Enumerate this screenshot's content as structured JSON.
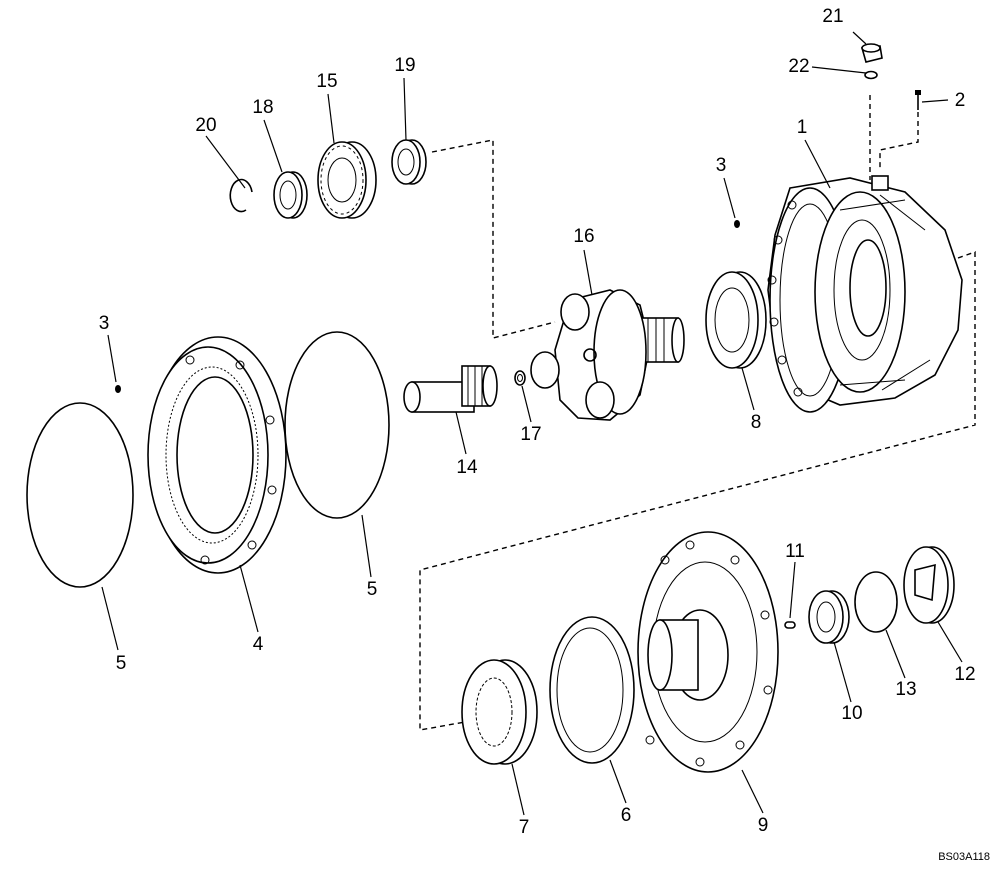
{
  "drawing_ref": "BS03A118",
  "callouts": [
    {
      "id": "c1",
      "text": "1"
    },
    {
      "id": "c2",
      "text": "2"
    },
    {
      "id": "c3a",
      "text": "3"
    },
    {
      "id": "c3b",
      "text": "3"
    },
    {
      "id": "c4",
      "text": "4"
    },
    {
      "id": "c5a",
      "text": "5"
    },
    {
      "id": "c5b",
      "text": "5"
    },
    {
      "id": "c6",
      "text": "6"
    },
    {
      "id": "c7",
      "text": "7"
    },
    {
      "id": "c8",
      "text": "8"
    },
    {
      "id": "c9",
      "text": "9"
    },
    {
      "id": "c10",
      "text": "10"
    },
    {
      "id": "c11",
      "text": "11"
    },
    {
      "id": "c12",
      "text": "12"
    },
    {
      "id": "c13",
      "text": "13"
    },
    {
      "id": "c14",
      "text": "14"
    },
    {
      "id": "c15",
      "text": "15"
    },
    {
      "id": "c16",
      "text": "16"
    },
    {
      "id": "c17",
      "text": "17"
    },
    {
      "id": "c18",
      "text": "18"
    },
    {
      "id": "c19",
      "text": "19"
    },
    {
      "id": "c20",
      "text": "20"
    },
    {
      "id": "c21",
      "text": "21"
    },
    {
      "id": "c22",
      "text": "22"
    }
  ]
}
